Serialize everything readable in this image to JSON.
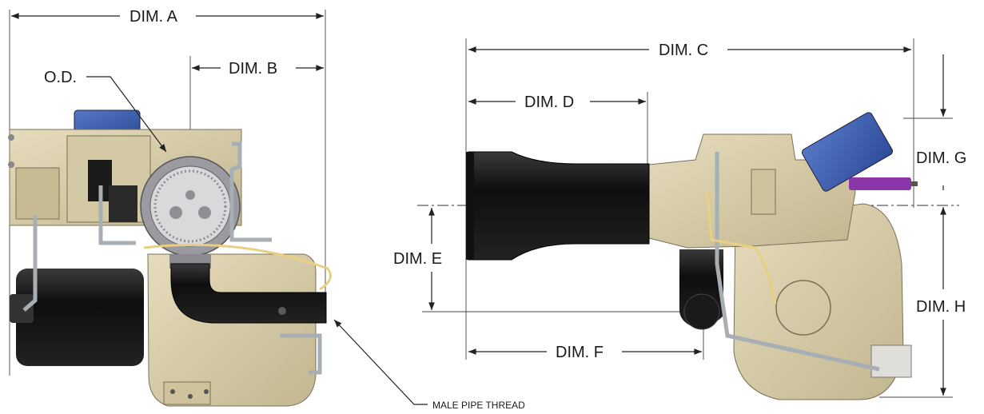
{
  "labels": {
    "dim_a": "DIM. A",
    "dim_b": "DIM. B",
    "od": "O.D.",
    "dim_c": "DIM. C",
    "dim_d": "DIM. D",
    "dim_e": "DIM. E",
    "dim_f": "DIM. F",
    "dim_g": "DIM. G",
    "dim_h": "DIM. H",
    "male_pipe_thread": "MALE PIPE THREAD"
  },
  "colors": {
    "housing": "#d9cfad",
    "housing_dark": "#b3a781",
    "motor": "#1c1c1c",
    "actuator_blue": "#3f63b8",
    "flame_pipe": "#161616",
    "tube": "#a7aeb4",
    "rod_purple": "#8a35a8",
    "gas_connector": "#5a5a5a",
    "wire_yellow": "#e8d080"
  },
  "icons": [
    "front-view-burner-drawing",
    "side-view-burner-drawing"
  ]
}
